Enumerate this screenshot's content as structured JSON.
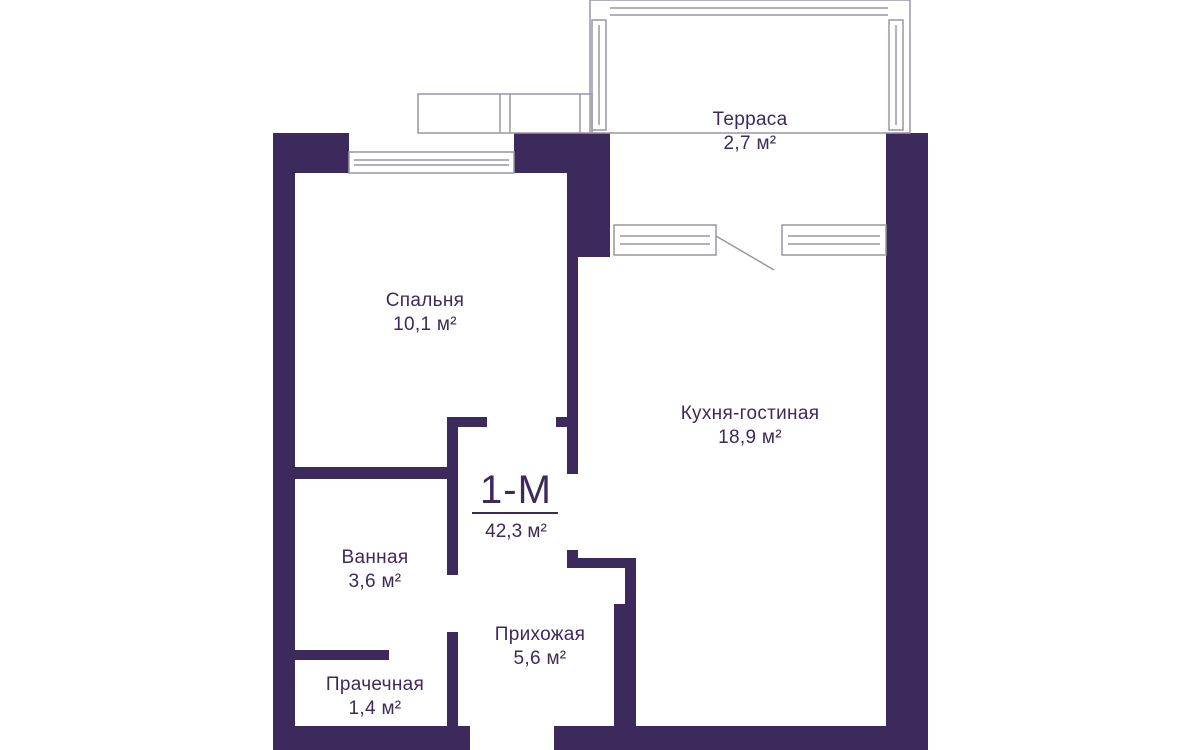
{
  "colors": {
    "wall": "#3d2a5c",
    "text": "#3d2a5c",
    "background": "#ffffff",
    "frame": "#9a96a6"
  },
  "unit": {
    "code": "1-М",
    "area": "42,3 м²"
  },
  "rooms": {
    "terrace": {
      "name": "Терраса",
      "area": "2,7 м²"
    },
    "bedroom": {
      "name": "Спальня",
      "area": "10,1 м²"
    },
    "kitchen": {
      "name": "Кухня-гостиная",
      "area": "18,9 м²"
    },
    "bathroom": {
      "name": "Ванная",
      "area": "3,6 м²"
    },
    "hallway": {
      "name": "Прихожая",
      "area": "5,6 м²"
    },
    "laundry": {
      "name": "Прачечная",
      "area": "1,4 м²"
    }
  }
}
